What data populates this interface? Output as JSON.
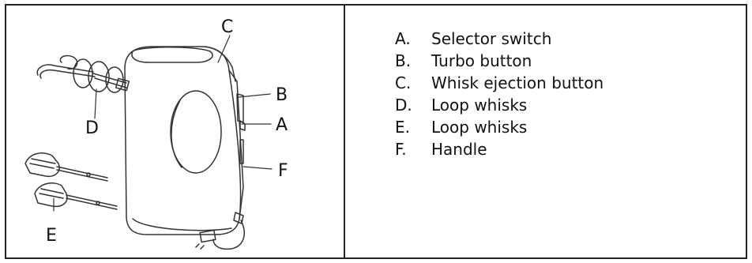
{
  "figure": {
    "callouts": {
      "a": "A",
      "b": "B",
      "c": "C",
      "d": "D",
      "e": "E",
      "f": "F"
    }
  },
  "legend": {
    "items": [
      {
        "letter": "A.",
        "text": "Selector switch"
      },
      {
        "letter": "B.",
        "text": "Turbo button"
      },
      {
        "letter": "C.",
        "text": "Whisk ejection button"
      },
      {
        "letter": "D.",
        "text": "Loop whisks"
      },
      {
        "letter": "E.",
        "text": "Loop whisks"
      },
      {
        "letter": "F.",
        "text": "Handle"
      }
    ]
  }
}
